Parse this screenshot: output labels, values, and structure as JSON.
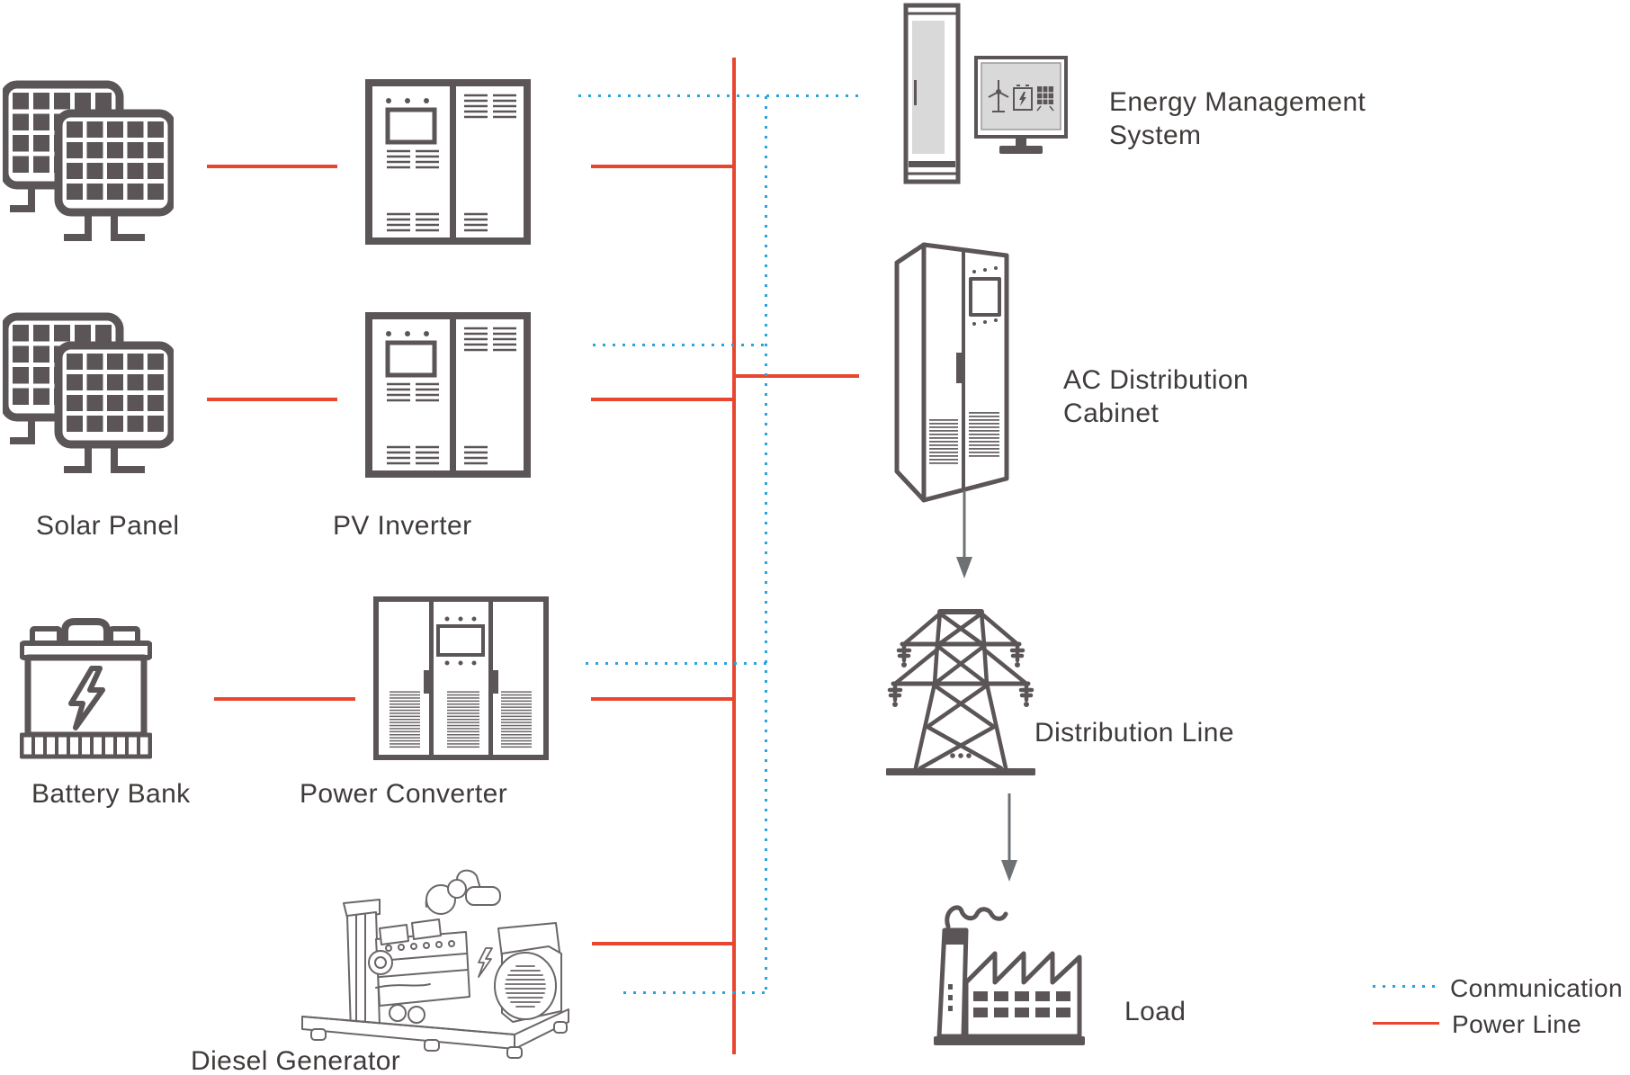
{
  "nodes": {
    "solar_panel": {
      "label": "Solar Panel",
      "icon": "solar-panel-icon"
    },
    "pv_inverter": {
      "label": "PV Inverter",
      "icon": "inverter-cabinet-icon"
    },
    "battery_bank": {
      "label": "Battery Bank",
      "icon": "battery-icon"
    },
    "power_converter": {
      "label": "Power Converter",
      "icon": "converter-cabinet-icon"
    },
    "diesel_generator": {
      "label": "Diesel Generator",
      "icon": "diesel-generator-icon"
    },
    "energy_management_system": {
      "label_line1": "Energy Management",
      "label_line2": "System",
      "icon": "server-rack-and-monitor-icon"
    },
    "ac_distribution_cabinet": {
      "label_line1": "AC Distribution",
      "label_line2": "Cabinet",
      "icon": "distribution-cabinet-icon"
    },
    "distribution_line": {
      "label": "Distribution Line",
      "icon": "transmission-tower-icon"
    },
    "load": {
      "label": "Load",
      "icon": "factory-icon"
    }
  },
  "legend": {
    "communication": {
      "label": "Conmunication",
      "color": "#2BA3DC",
      "style": "dotted"
    },
    "power": {
      "label": "Power Line",
      "color": "#E8472F",
      "style": "solid"
    }
  },
  "colors": {
    "power_line": "#E8472F",
    "communication_line": "#2BA3DC",
    "icon_stroke": "#5B5557",
    "sketch_stroke": "#6B6668",
    "text": "#3F3B3A",
    "panel_fill": "#D9D9D9"
  }
}
